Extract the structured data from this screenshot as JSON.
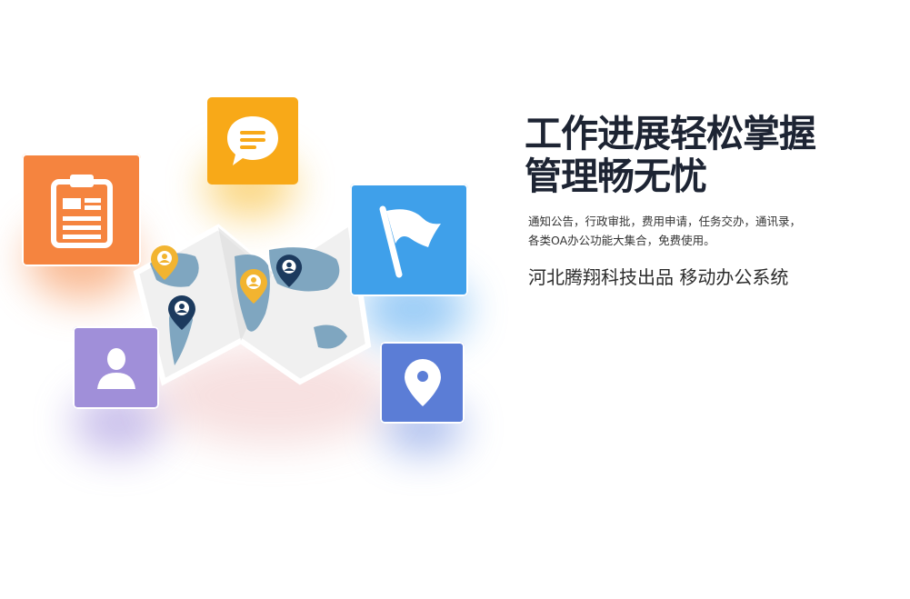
{
  "headline": {
    "line1": "工作进展轻松掌握",
    "line2": "管理畅无忧"
  },
  "description": {
    "line1": "通知公告，行政审批，费用申请，任务交办，通讯录，",
    "line2": "各类OA办公功能大集合，免费使用。"
  },
  "tagline": "河北腾翔科技出品 移动办公系统",
  "icons": {
    "clipboard": {
      "name": "clipboard-icon",
      "color": "#f5843f"
    },
    "chat": {
      "name": "chat-bubble-icon",
      "color": "#f8a918"
    },
    "flag": {
      "name": "flag-icon",
      "color": "#3fa0ea"
    },
    "user": {
      "name": "user-icon",
      "color": "#a08fd9"
    },
    "location": {
      "name": "location-pin-icon",
      "color": "#5b7dd6"
    }
  },
  "colors": {
    "headline": "#1d2433",
    "map_land": "#7fa6c0",
    "map_paper": "#f2f2f2",
    "pin_gold": "#f2b430",
    "pin_navy": "#1c3a5e"
  }
}
